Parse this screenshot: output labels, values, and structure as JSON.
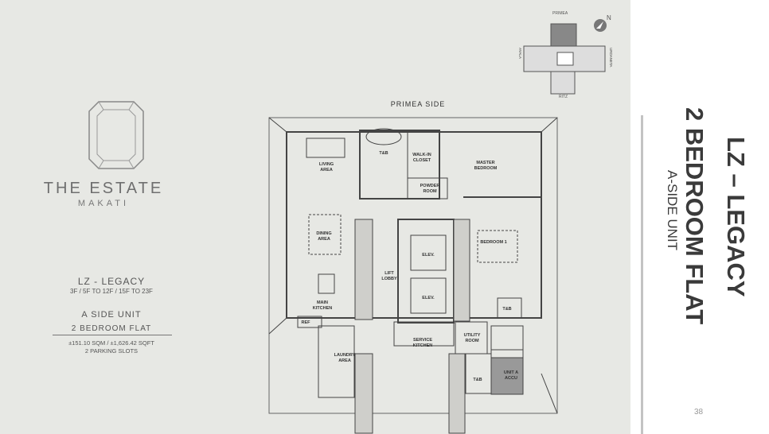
{
  "brand": {
    "name": "THE ESTATE",
    "city": "MAKATI"
  },
  "unit_info": {
    "tower": "LZ - LEGACY",
    "floors": "3F / 5F TO 12F / 15F TO 23F",
    "side": "A SIDE UNIT",
    "type": "2 BEDROOM FLAT",
    "area": "±151.10 SQM / ±1,626.42 SQFT",
    "parking": "2 PARKING SLOTS"
  },
  "key_plan": {
    "top": "PRIMEA",
    "left": "AYALA",
    "right": "URDANETA",
    "bottom": "RITZ",
    "north": "N"
  },
  "floor_plan": {
    "orientation_label": "PRIMEA SIDE",
    "rooms": {
      "tb_master": "T&B",
      "walkin1": "WALK-IN",
      "walkin2": "CLOSET",
      "master1": "MASTER",
      "master2": "BEDROOM",
      "living1": "LIVING",
      "living2": "AREA",
      "powder1": "POWDER",
      "powder2": "ROOM",
      "dining1": "DINING",
      "dining2": "AREA",
      "bedroom1": "BEDROOM 1",
      "elev1": "ELEV.",
      "elev2": "ELEV.",
      "lift1": "LIFT",
      "lift2": "LOBBY",
      "kitchen1": "MAIN",
      "kitchen2": "KITCHEN",
      "ref": "REF",
      "tb_bed1": "T&B",
      "laundry1": "LAUNDRY",
      "laundry2": "AREA",
      "service1": "SERVICE",
      "service2": "KITCHEN",
      "utility1": "UTILITY",
      "utility2": "ROOM",
      "tb_service": "T&B",
      "accu1": "UNIT A",
      "accu2": "ACCU"
    }
  },
  "side_title": {
    "line1": "LZ – LEGACY",
    "line2": "2 BEDROOM FLAT",
    "line3": "A-SIDE UNIT"
  },
  "page_number": "38"
}
